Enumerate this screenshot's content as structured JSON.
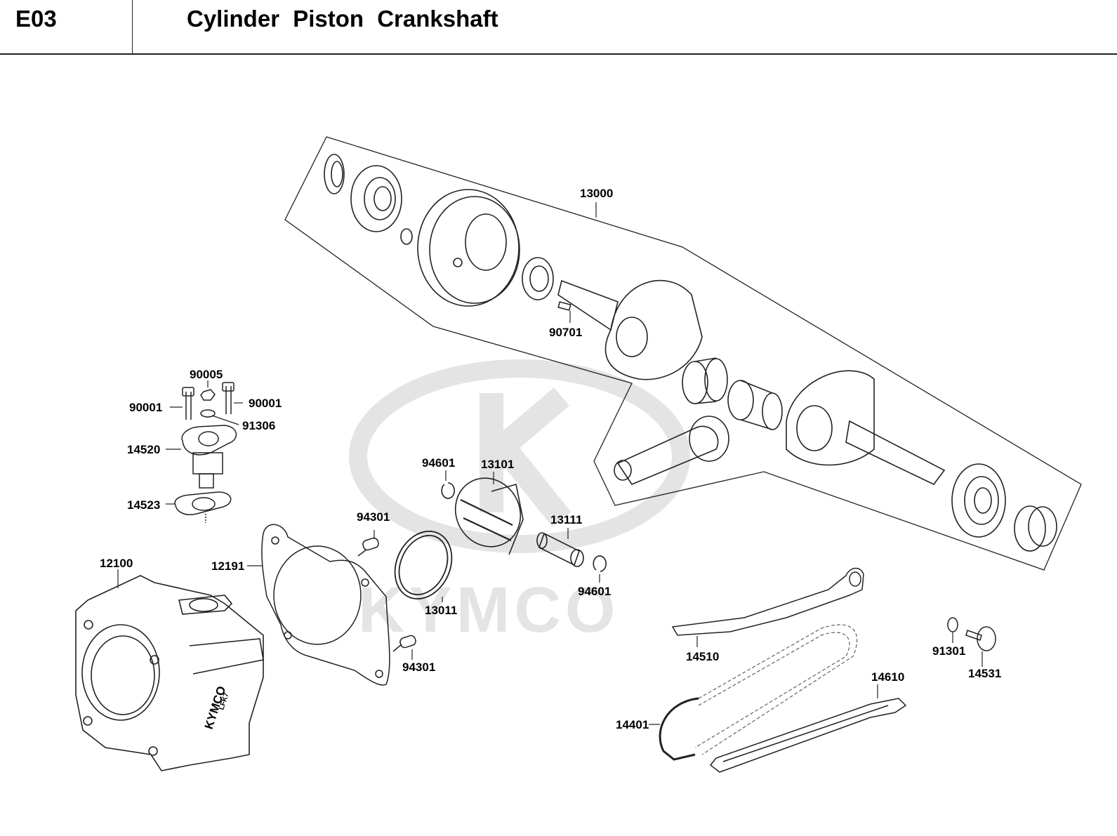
{
  "header": {
    "section_code": "E03",
    "title": "Cylinder  Piston  Crankshaft"
  },
  "watermark": {
    "brand_text": "KYMCO",
    "color": "#e4e4e4"
  },
  "cylinder_marking": {
    "brand": "KYMCO",
    "code": "LFK7"
  },
  "callouts": [
    {
      "id": "13000",
      "label": "13000",
      "part": "crankshaft-assembly"
    },
    {
      "id": "90701",
      "label": "90701",
      "part": "woodruff-key"
    },
    {
      "id": "90005",
      "label": "90005",
      "part": "tensioner-cap-bolt"
    },
    {
      "id": "90001a",
      "label": "90001",
      "part": "tensioner-bolt-left"
    },
    {
      "id": "90001b",
      "label": "90001",
      "part": "tensioner-bolt-right"
    },
    {
      "id": "91306",
      "label": "91306",
      "part": "o-ring"
    },
    {
      "id": "14520",
      "label": "14520",
      "part": "cam-chain-tensioner"
    },
    {
      "id": "14523",
      "label": "14523",
      "part": "tensioner-gasket"
    },
    {
      "id": "94601a",
      "label": "94601",
      "part": "piston-pin-clip-left"
    },
    {
      "id": "13101",
      "label": "13101",
      "part": "piston"
    },
    {
      "id": "94301a",
      "label": "94301",
      "part": "dowel-pin-upper"
    },
    {
      "id": "13111",
      "label": "13111",
      "part": "piston-pin"
    },
    {
      "id": "12100",
      "label": "12100",
      "part": "cylinder"
    },
    {
      "id": "12191",
      "label": "12191",
      "part": "cylinder-gasket"
    },
    {
      "id": "94601b",
      "label": "94601",
      "part": "piston-pin-clip-right"
    },
    {
      "id": "13011",
      "label": "13011",
      "part": "piston-ring-set"
    },
    {
      "id": "94301b",
      "label": "94301",
      "part": "dowel-pin-lower"
    },
    {
      "id": "14510",
      "label": "14510",
      "part": "chain-tensioner-arm"
    },
    {
      "id": "91301",
      "label": "91301",
      "part": "washer"
    },
    {
      "id": "14531",
      "label": "14531",
      "part": "pivot-bolt"
    },
    {
      "id": "14610",
      "label": "14610",
      "part": "chain-guide"
    },
    {
      "id": "14401",
      "label": "14401",
      "part": "cam-chain"
    }
  ]
}
